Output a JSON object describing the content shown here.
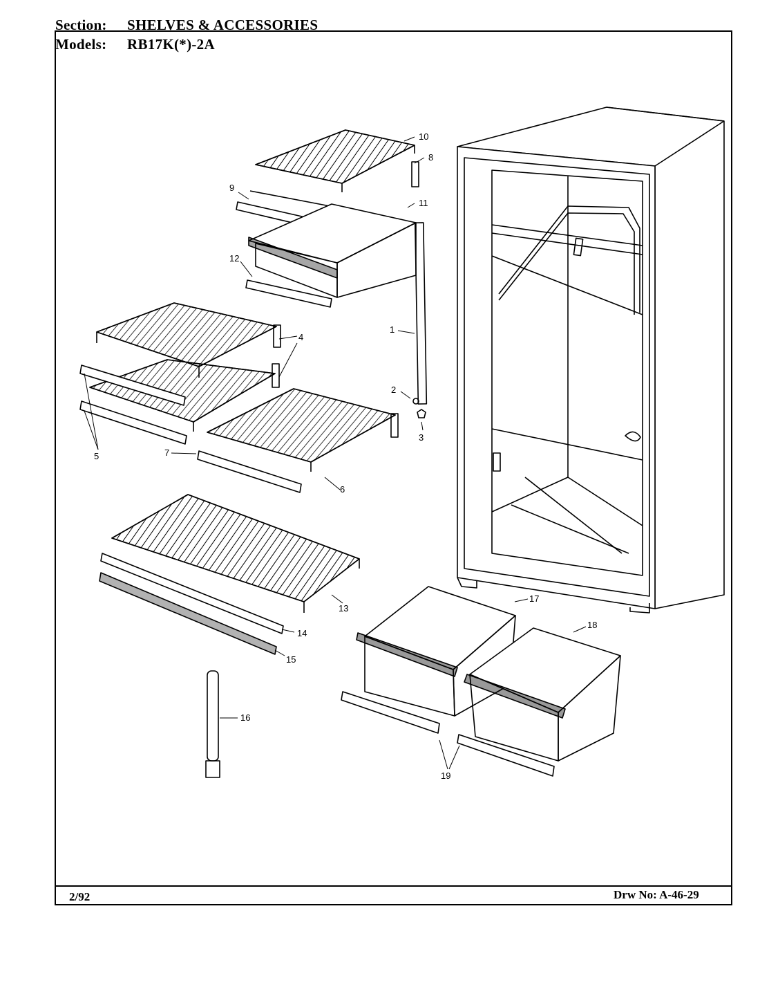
{
  "header": {
    "section_label": "Section:",
    "section_value": "SHELVES & ACCESSORIES",
    "models_label": "Models:",
    "models_value": "RB17K(*)-2A"
  },
  "footer": {
    "date": "2/92",
    "drawing_number": "Drw No: A-46-29"
  },
  "callouts": [
    "10",
    "8",
    "9",
    "11",
    "12",
    "4",
    "1",
    "2",
    "3",
    "5",
    "7",
    "6",
    "13",
    "14",
    "15",
    "16",
    "17",
    "18",
    "19"
  ]
}
